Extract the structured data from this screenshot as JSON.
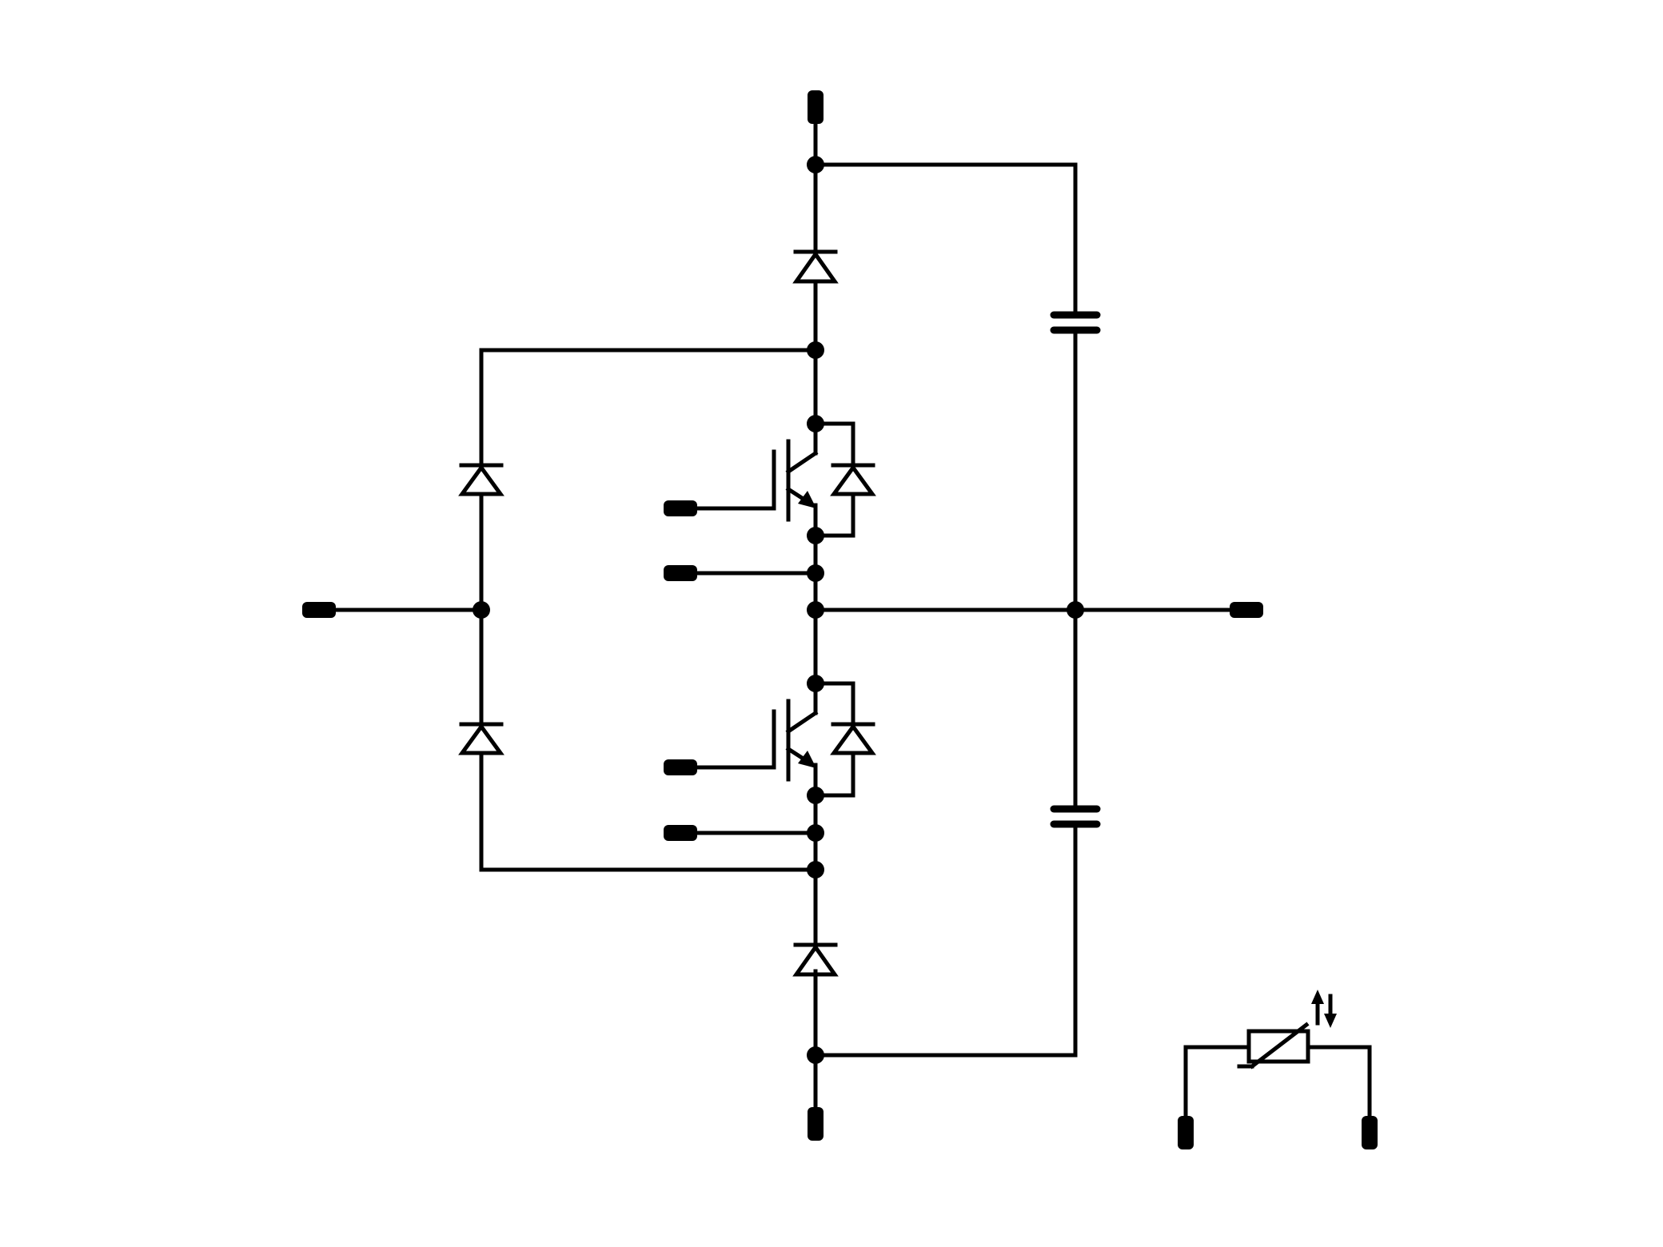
{
  "diagram": {
    "type": "schematic",
    "stroke_color": "#000000",
    "background": "#ffffff",
    "components": [
      {
        "kind": "diode",
        "name": "upper-series-diode"
      },
      {
        "kind": "diode",
        "name": "lower-series-diode"
      },
      {
        "kind": "diode",
        "name": "left-upper-clamp-diode"
      },
      {
        "kind": "diode",
        "name": "left-lower-clamp-diode"
      },
      {
        "kind": "igbt",
        "name": "upper-igbt"
      },
      {
        "kind": "igbt",
        "name": "lower-igbt"
      },
      {
        "kind": "diode",
        "name": "upper-freewheel-diode"
      },
      {
        "kind": "diode",
        "name": "lower-freewheel-diode"
      },
      {
        "kind": "capacitor",
        "name": "upper-capacitor"
      },
      {
        "kind": "capacitor",
        "name": "lower-capacitor"
      },
      {
        "kind": "ntc-thermistor",
        "name": "thermistor"
      }
    ],
    "terminals": [
      "top-terminal",
      "bottom-terminal",
      "left-terminal",
      "right-terminal",
      "upper-gate-terminal",
      "upper-emitter-terminal",
      "lower-gate-terminal",
      "lower-emitter-terminal",
      "thermistor-terminal-left",
      "thermistor-terminal-right"
    ]
  }
}
